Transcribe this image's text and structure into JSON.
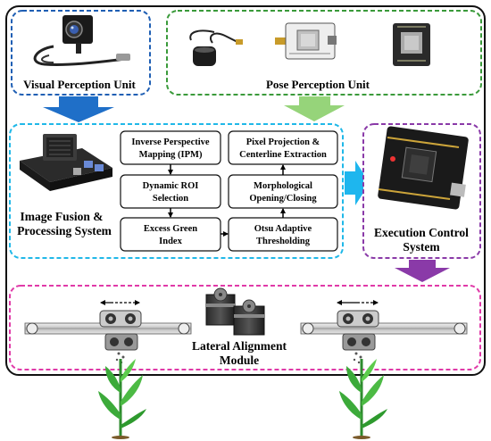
{
  "units": {
    "visual": "Visual Perception Unit",
    "pose": "Pose Perception Unit",
    "fusion_line1": "Image Fusion &",
    "fusion_line2": "Processing System",
    "execution_line1": "Execution Control",
    "execution_line2": "System",
    "lateral_line1": "Lateral Alignment",
    "lateral_line2": "Module"
  },
  "steps": {
    "ipm_line1": "Inverse Perspective",
    "ipm_line2": "Mapping (IPM)",
    "roi_line1": "Dynamic ROI",
    "roi_line2": "Selection",
    "exg_line1": "Excess Green",
    "exg_line2": "Index",
    "otsu_line1": "Otsu Adaptive",
    "otsu_line2": "Thresholding",
    "morph_line1": "Morphological",
    "morph_line2": "Opening/Closing",
    "pixel_line1": "Pixel Projection &",
    "pixel_line2": "Centerline Extraction"
  },
  "colors": {
    "visual_border": "#1f5fb4",
    "pose_border": "#3a9a3a",
    "fusion_border": "#20b8e8",
    "execution_border": "#8a3aa8",
    "lateral_border": "#e03aa8",
    "arrow_blue": "#1f6fc8",
    "arrow_lightgreen": "#96d47a",
    "arrow_cyan": "#1eb6ee",
    "arrow_purple": "#8a3aa8"
  }
}
